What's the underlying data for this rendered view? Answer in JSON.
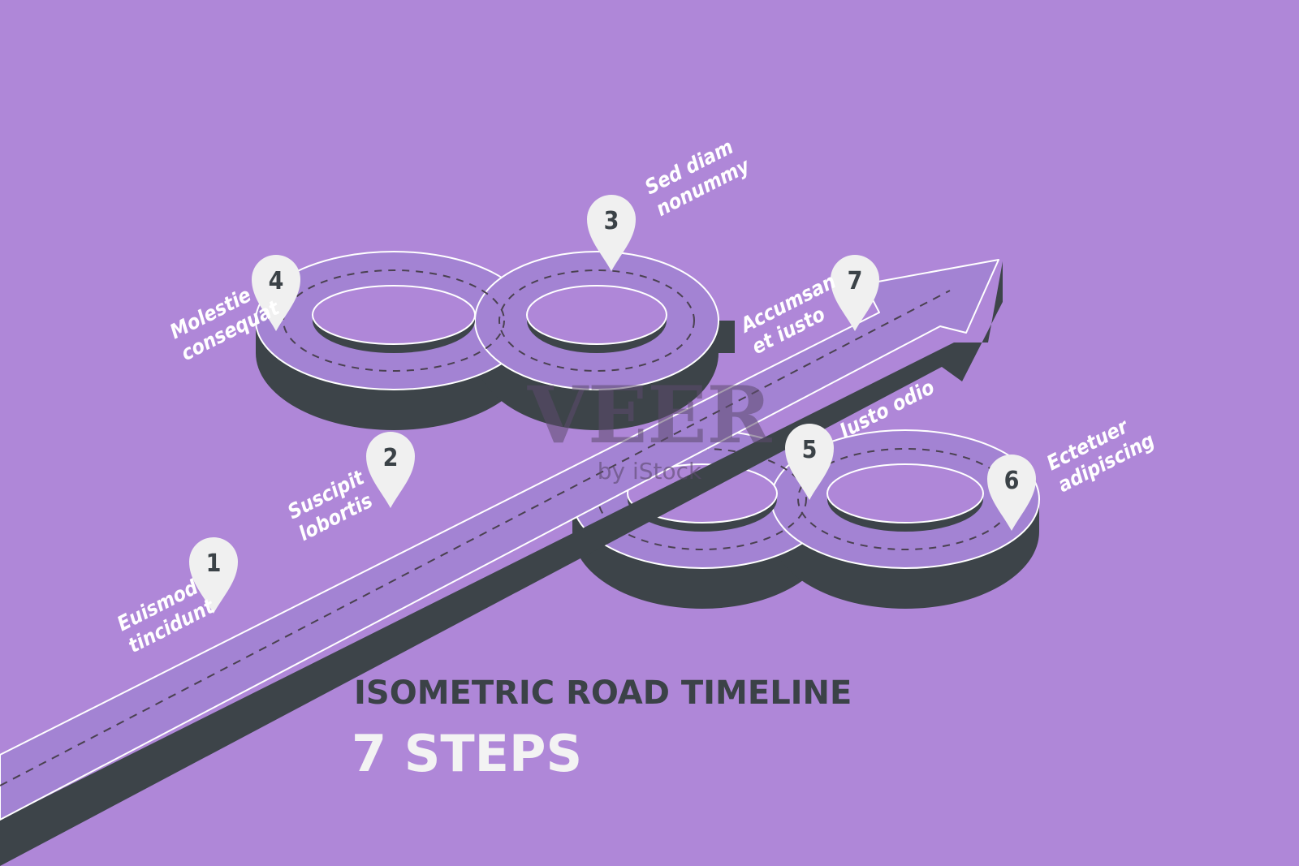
{
  "title": "ISOMETRIC ROAD TIMELINE",
  "subtitle": "7 STEPS",
  "watermark": {
    "brand": "VEER",
    "sub": "by iStock"
  },
  "colors": {
    "background": "#af87d8",
    "road": "#a383d3",
    "road_side": "#3d4449",
    "road_edge": "#ffffff",
    "pin": "#f0f0f0",
    "pin_text": "#3b4247"
  },
  "steps": [
    {
      "number": "1",
      "line1": "Euismod",
      "line2": "tincidunt"
    },
    {
      "number": "2",
      "line1": "Suscipit",
      "line2": "lobortis"
    },
    {
      "number": "3",
      "line1": "Sed diam",
      "line2": "nonummy"
    },
    {
      "number": "4",
      "line1": "Molestie",
      "line2": "consequat"
    },
    {
      "number": "5",
      "line1": "Iusto odio",
      "line2": ""
    },
    {
      "number": "6",
      "line1": "Ectetuer",
      "line2": "adipiscing"
    },
    {
      "number": "7",
      "line1": "Accumsan",
      "line2": "et iusto"
    }
  ]
}
